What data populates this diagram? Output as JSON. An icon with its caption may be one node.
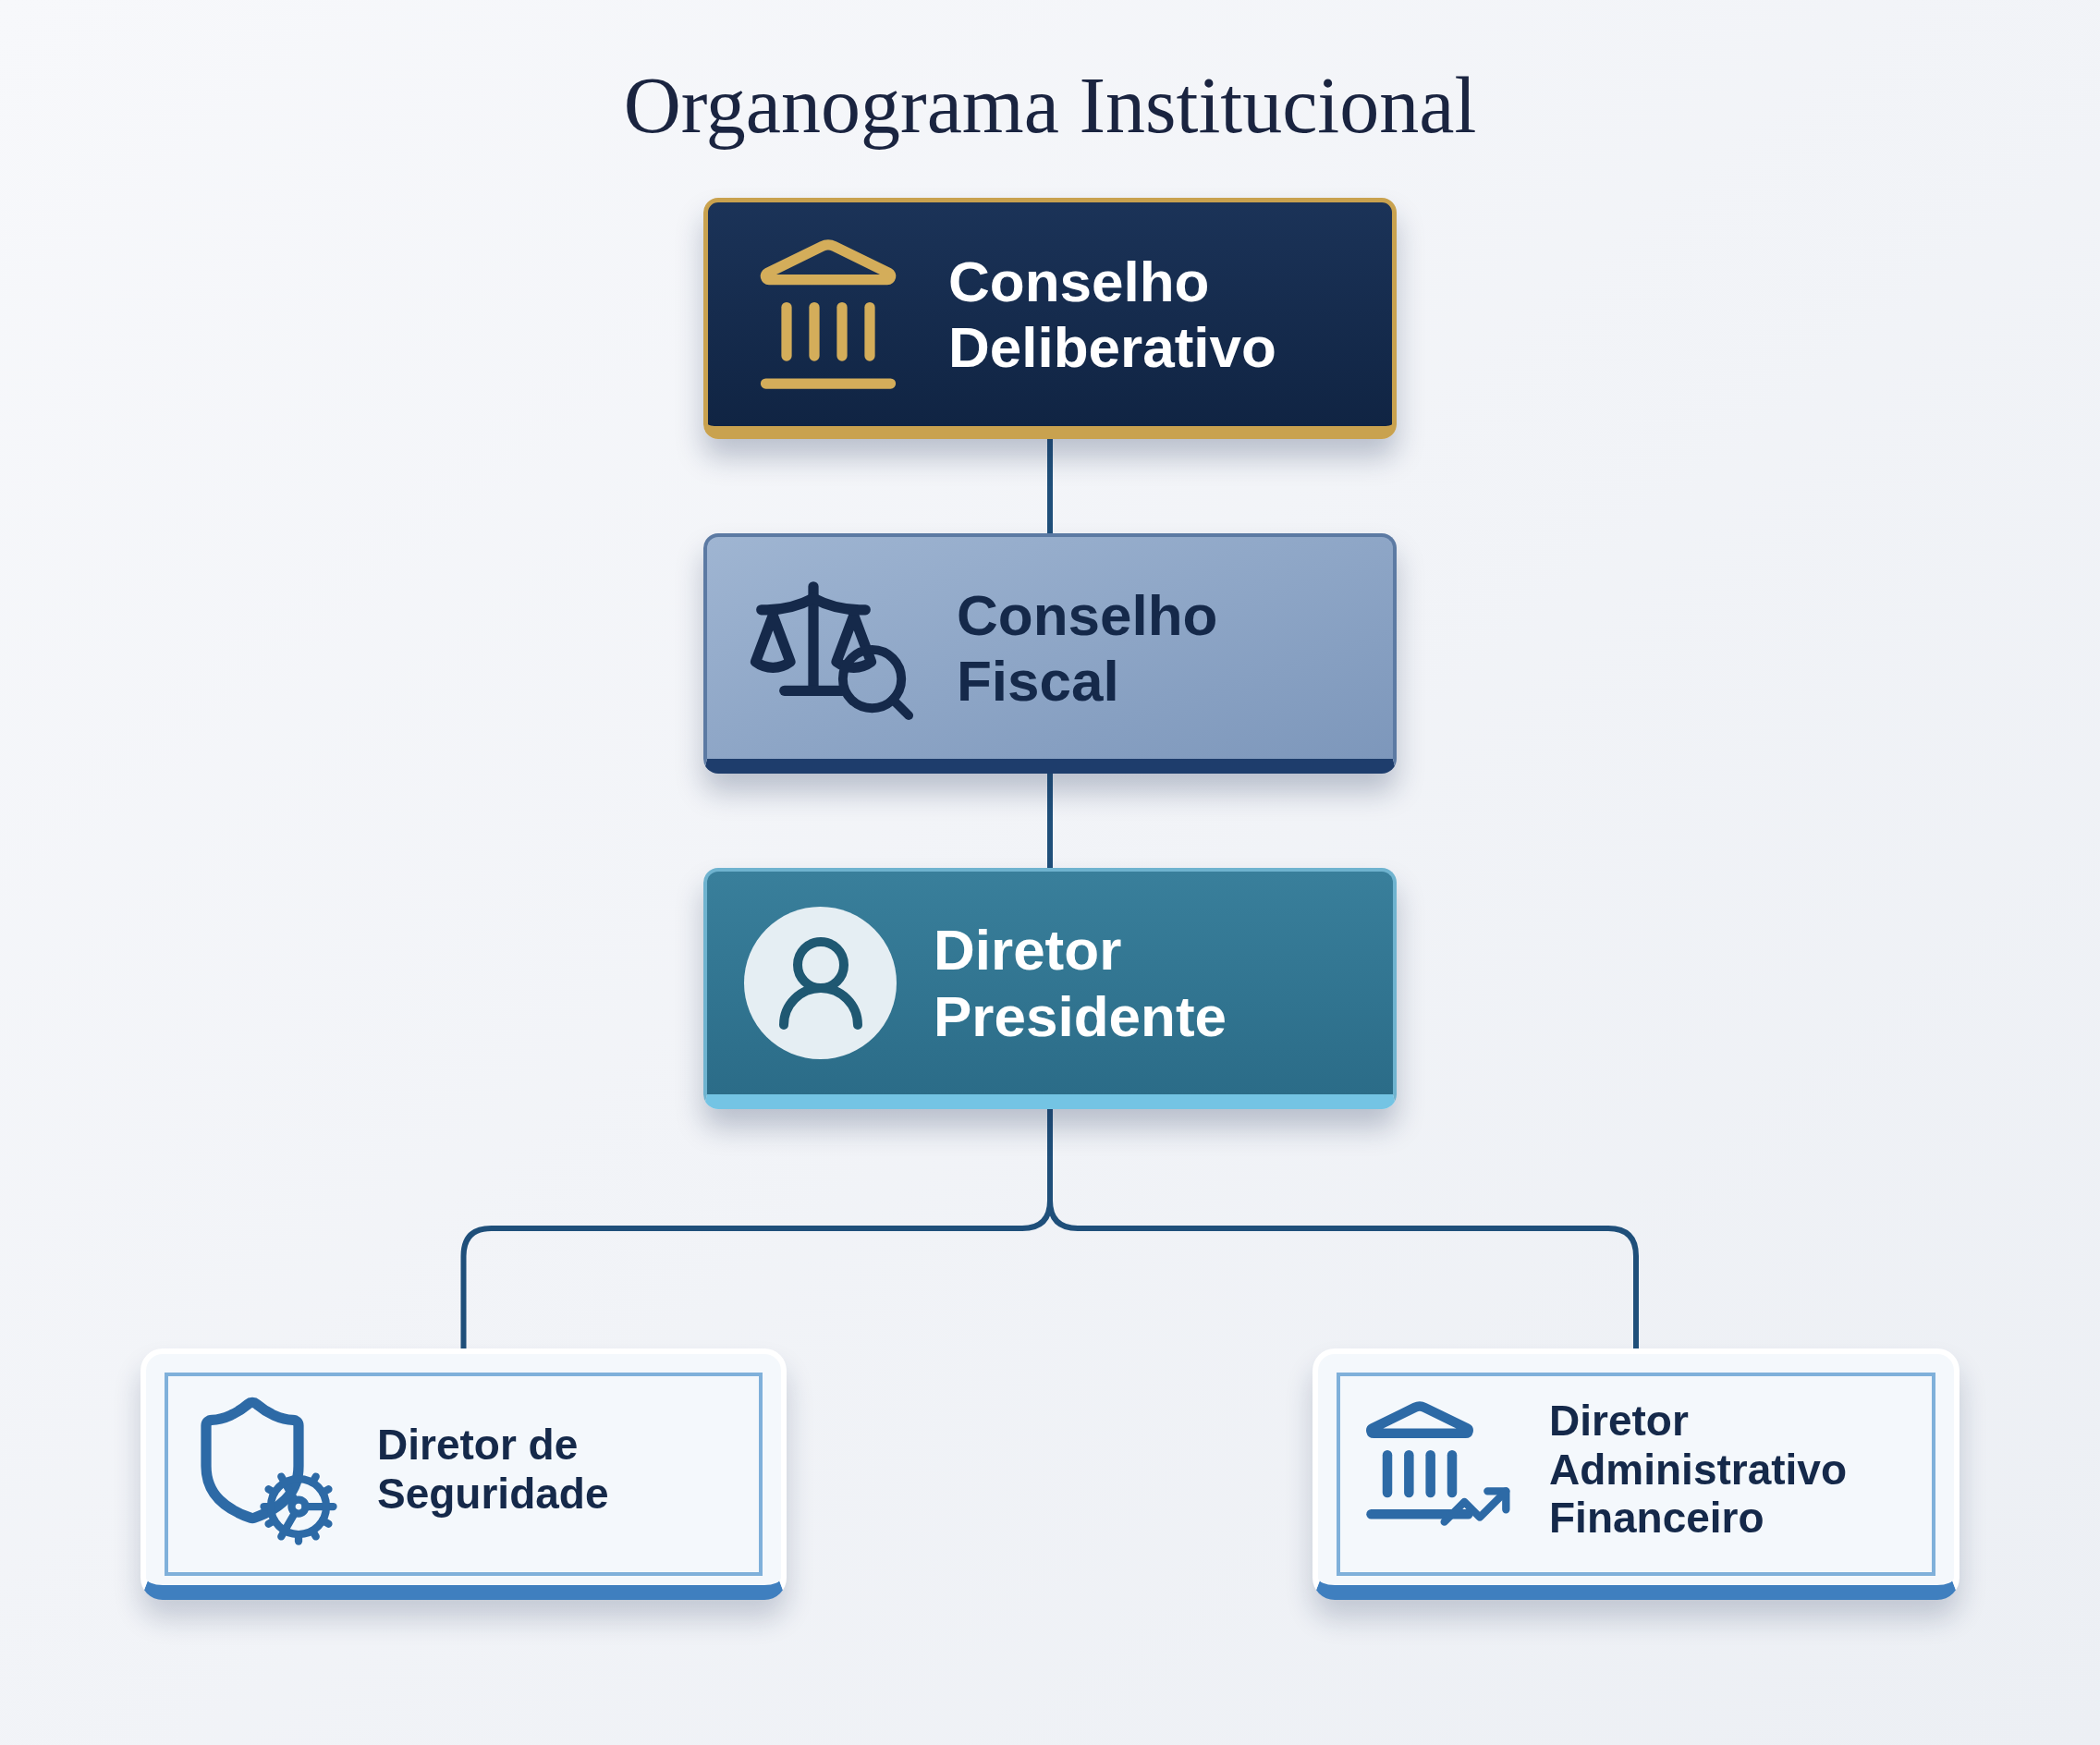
{
  "diagram": {
    "title": "Organograma Institucional",
    "nodes": [
      {
        "text": [
          "Conselho Deliberativo"
        ]
      },
      {
        "text": [
          "Conselho Fiscal"
        ]
      },
      {
        "text": [
          "Diretor Presidente"
        ]
      },
      {
        "text": [
          "Diretor de Seguridade"
        ]
      },
      {
        "text": [
          "Diretor Administrativo Financeiro"
        ]
      }
    ],
    "edges": [
      {
        "from": 0,
        "to": 1,
        "arrow": "none"
      },
      {
        "from": 1,
        "to": 2,
        "arrow": "none"
      },
      {
        "from": 2,
        "to": 3,
        "arrow": "none"
      },
      {
        "from": 2,
        "to": 4,
        "arrow": "none"
      }
    ]
  }
}
